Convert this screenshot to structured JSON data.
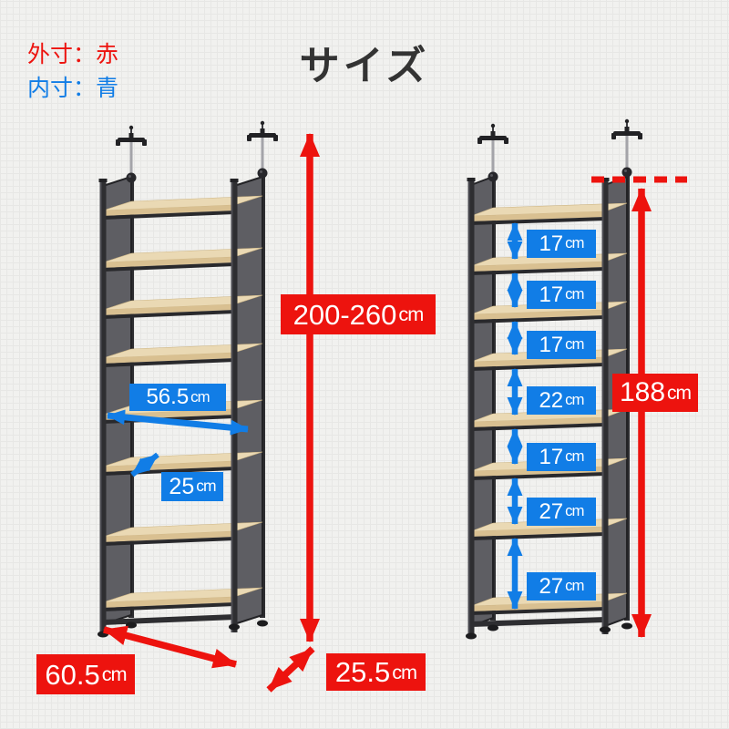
{
  "title": "サイズ",
  "legend": {
    "outer_label": "外寸：赤",
    "inner_label": "内寸：青"
  },
  "colors": {
    "red": "#ed130e",
    "blue": "#117de6",
    "wood": "#ead9b4",
    "frame": "#2e2e31"
  },
  "left_unit": {
    "height": {
      "value": "200-260",
      "unit": "cm"
    },
    "inner_width": {
      "value": "56.5",
      "unit": "cm"
    },
    "inner_depth": {
      "value": "25",
      "unit": "cm"
    },
    "outer_width": {
      "value": "60.5",
      "unit": "cm"
    },
    "outer_depth": {
      "value": "25.5",
      "unit": "cm"
    }
  },
  "right_unit": {
    "frame_height": {
      "value": "188",
      "unit": "cm"
    },
    "gaps": [
      {
        "value": "17",
        "unit": "cm"
      },
      {
        "value": "17",
        "unit": "cm"
      },
      {
        "value": "17",
        "unit": "cm"
      },
      {
        "value": "22",
        "unit": "cm"
      },
      {
        "value": "17",
        "unit": "cm"
      },
      {
        "value": "27",
        "unit": "cm"
      },
      {
        "value": "27",
        "unit": "cm"
      }
    ]
  }
}
